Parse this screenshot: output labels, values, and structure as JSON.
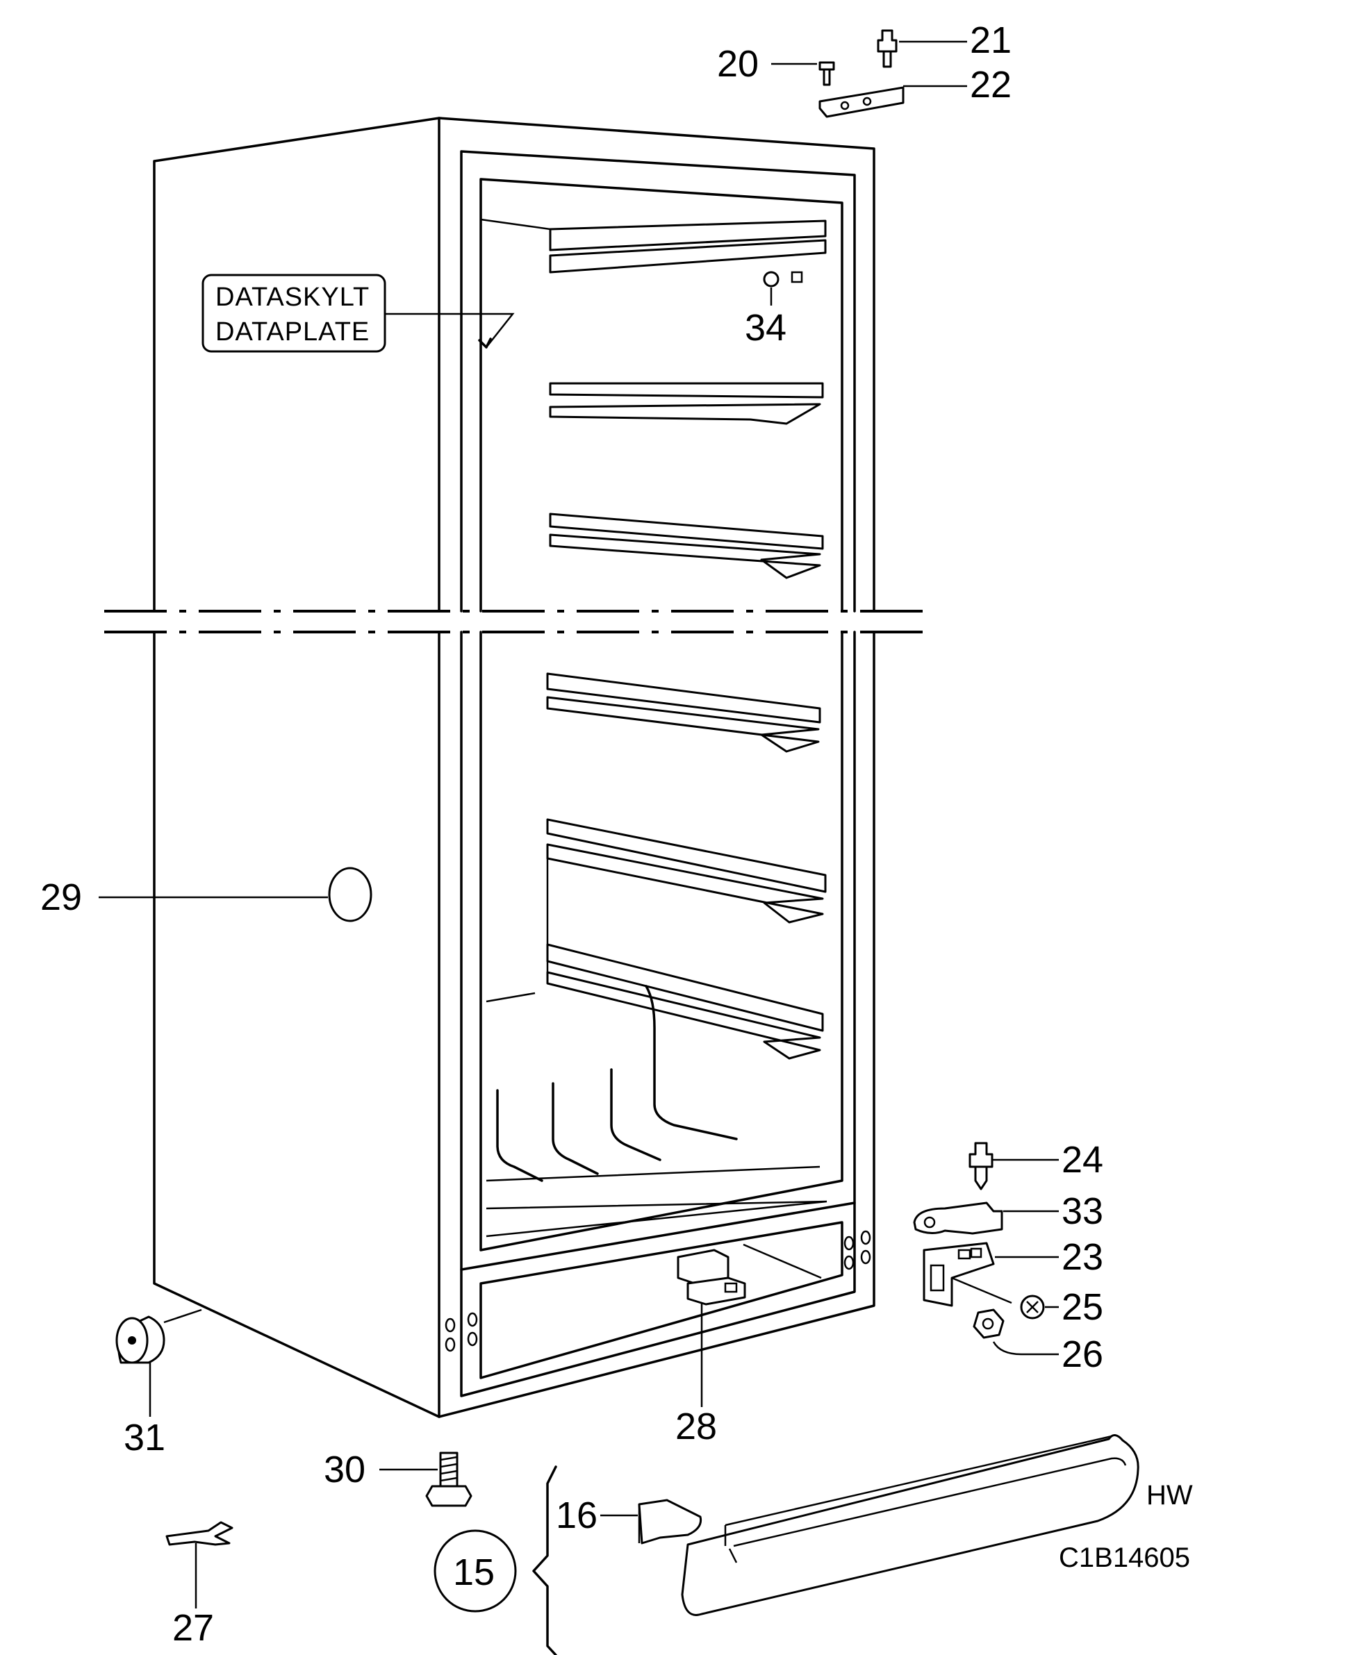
{
  "plate": {
    "line1": "DATASKYLT",
    "line2": "DATAPLATE"
  },
  "callouts": [
    {
      "id": "20",
      "label": "20"
    },
    {
      "id": "21",
      "label": "21"
    },
    {
      "id": "22",
      "label": "22"
    },
    {
      "id": "34",
      "label": "34"
    },
    {
      "id": "29",
      "label": "29"
    },
    {
      "id": "24",
      "label": "24"
    },
    {
      "id": "33",
      "label": "33"
    },
    {
      "id": "23",
      "label": "23"
    },
    {
      "id": "25",
      "label": "25"
    },
    {
      "id": "26",
      "label": "26"
    },
    {
      "id": "28",
      "label": "28"
    },
    {
      "id": "31",
      "label": "31"
    },
    {
      "id": "30",
      "label": "30"
    },
    {
      "id": "16",
      "label": "16"
    },
    {
      "id": "15",
      "label": "15"
    },
    {
      "id": "27",
      "label": "27"
    }
  ],
  "variant_code": "HW",
  "drawing_ref": "C1B14605"
}
